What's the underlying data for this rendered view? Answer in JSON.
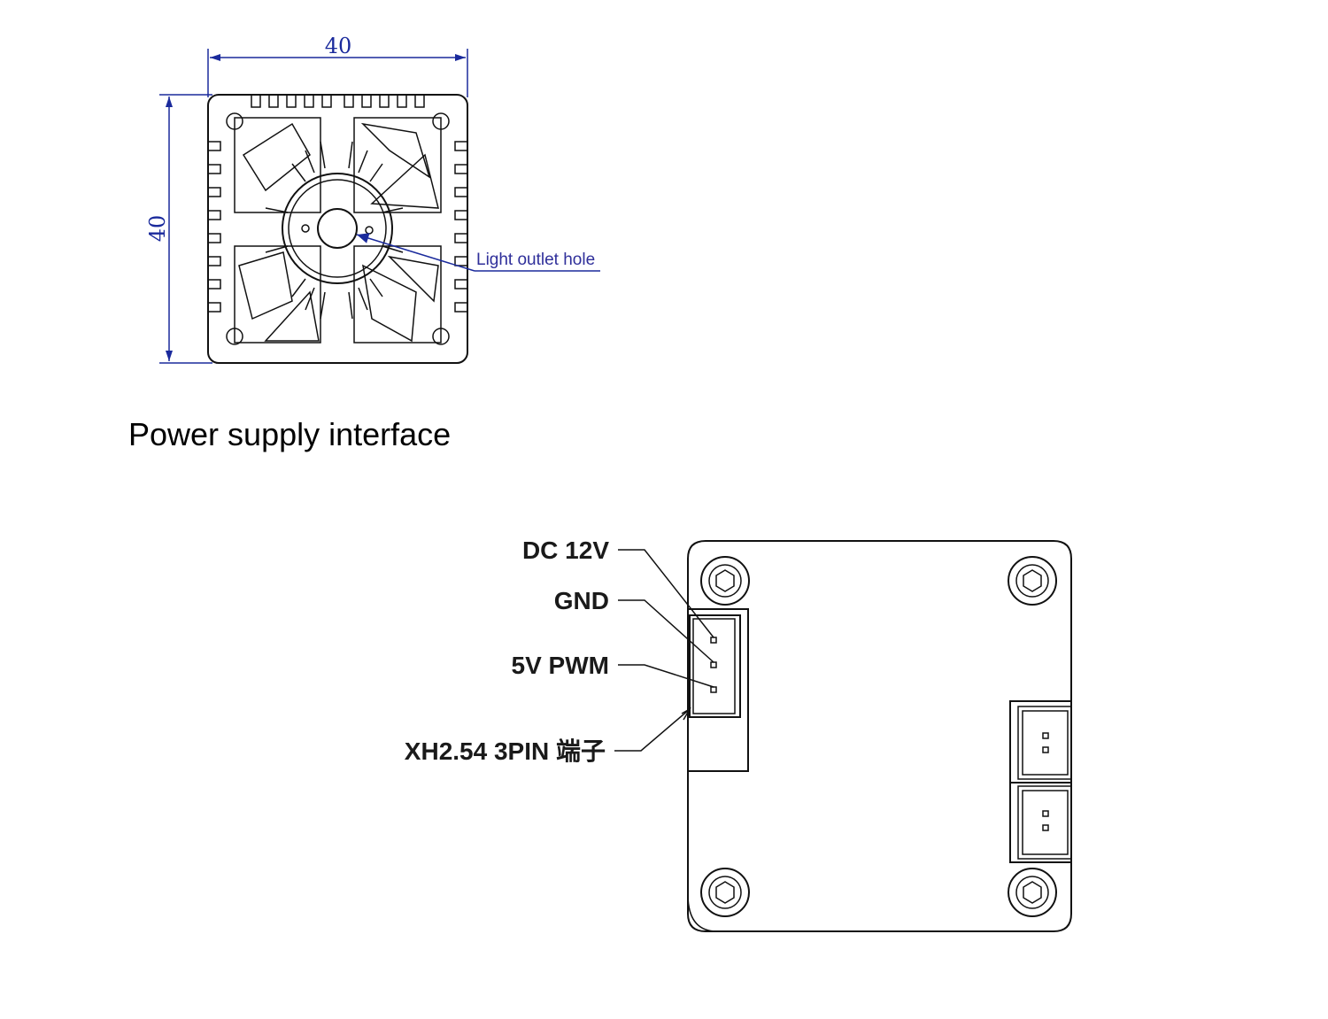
{
  "top_view": {
    "width_dimension": "40",
    "height_dimension": "40",
    "callout": "Light outlet hole"
  },
  "section": {
    "title": "Power supply interface"
  },
  "connector": {
    "pins": [
      "DC 12V",
      "GND",
      "5V PWM"
    ],
    "terminal_label": "XH2.54 3PIN 端子"
  }
}
